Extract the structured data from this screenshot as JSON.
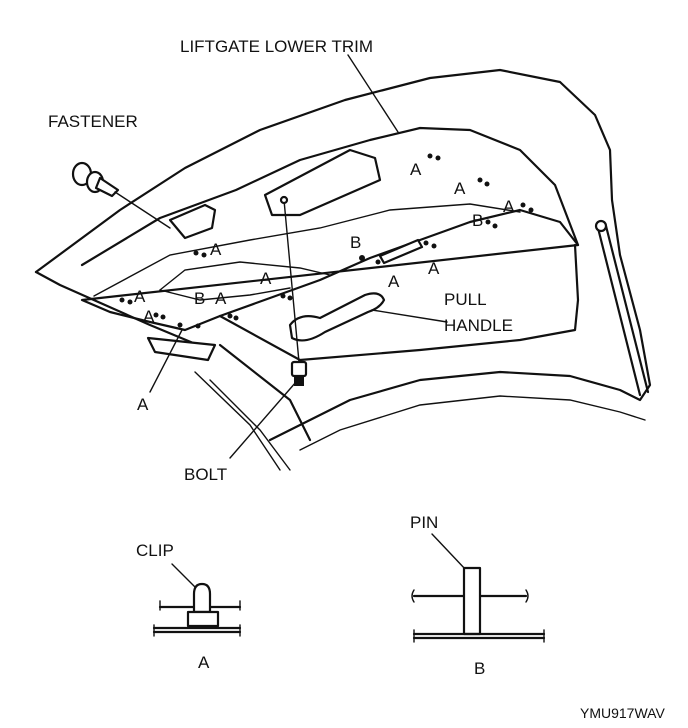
{
  "labels": {
    "liftgate_lower_trim": "LIFTGATE LOWER TRIM",
    "fastener": "FASTENER",
    "pull": "PULL",
    "handle": "HANDLE",
    "bolt": "BOLT",
    "clip": "CLIP",
    "pin": "PIN",
    "a": "A",
    "b": "B"
  },
  "footer": {
    "code": "YMU917WAV"
  }
}
